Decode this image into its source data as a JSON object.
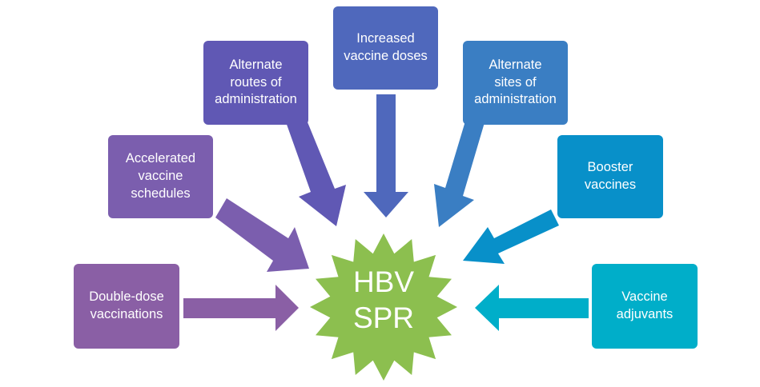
{
  "center": {
    "label": "HBV\nSPR",
    "color": "#8cbf4f"
  },
  "nodes": [
    {
      "id": "double-dose",
      "label": "Double-dose\nvaccinations",
      "color": "#8a5fa5"
    },
    {
      "id": "accelerated",
      "label": "Accelerated\nvaccine\nschedules",
      "color": "#7b5eae"
    },
    {
      "id": "alt-routes",
      "label": "Alternate\nroutes of\nadministration",
      "color": "#6058b4"
    },
    {
      "id": "increased-doses",
      "label": "Increased\nvaccine doses",
      "color": "#4f68bc"
    },
    {
      "id": "alt-sites",
      "label": "Alternate\nsites of\nadministration",
      "color": "#3a7ec3"
    },
    {
      "id": "booster",
      "label": "Booster\nvaccines",
      "color": "#0890c9"
    },
    {
      "id": "adjuvants",
      "label": "Vaccine\nadjuvants",
      "color": "#00aec9"
    }
  ]
}
